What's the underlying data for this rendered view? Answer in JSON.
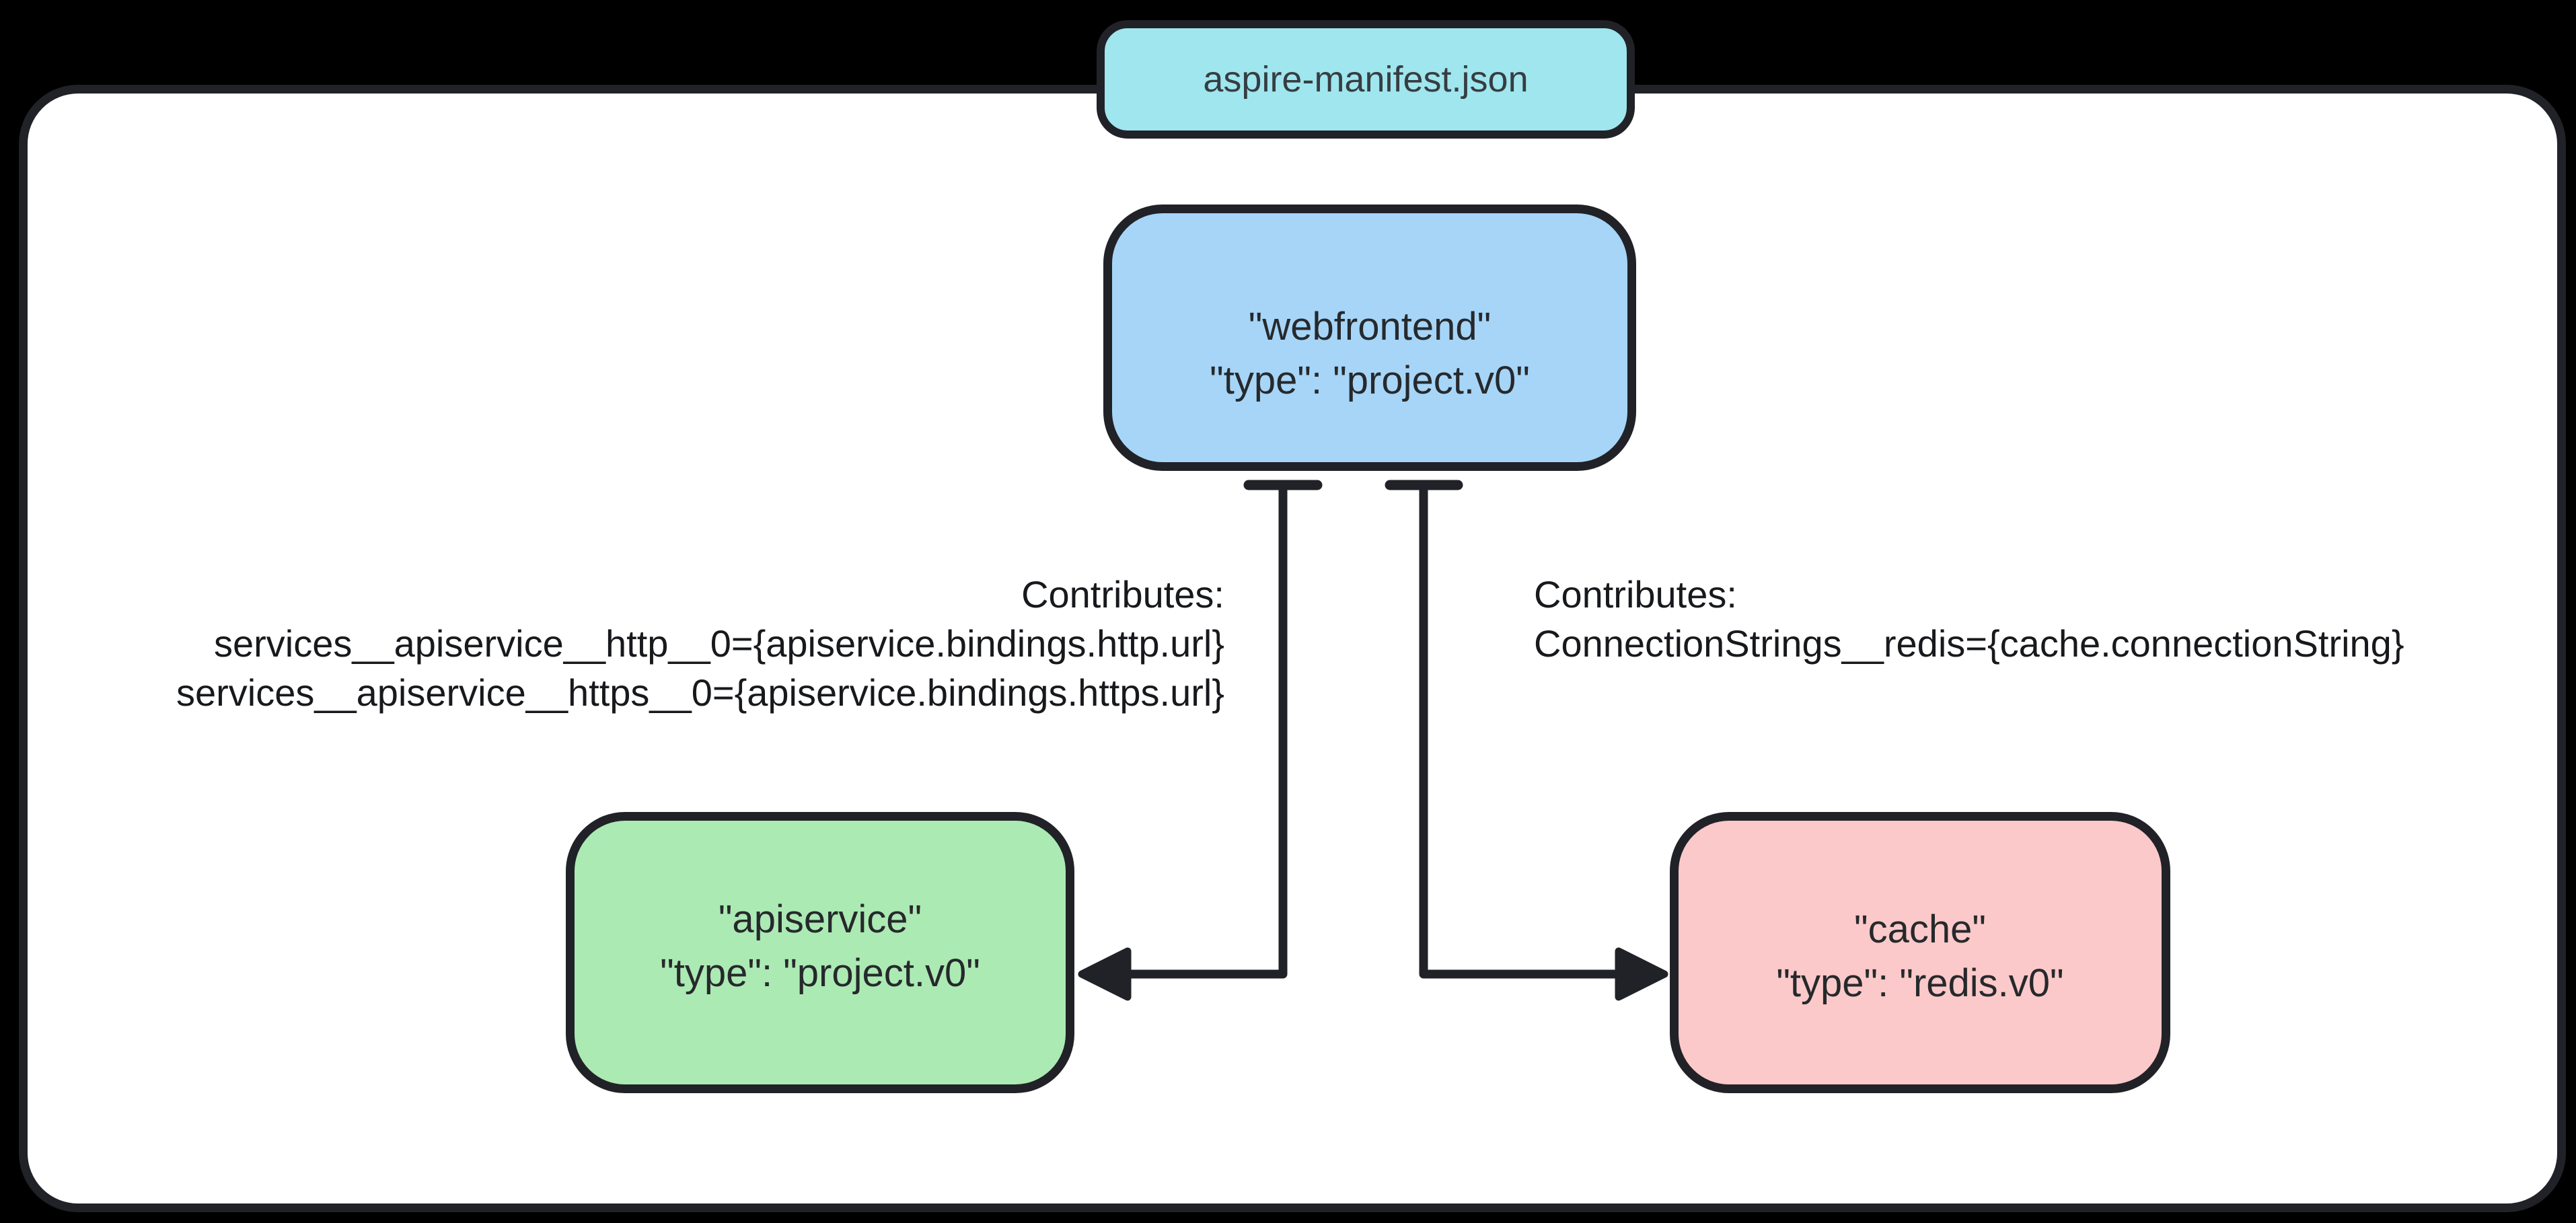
{
  "diagram": {
    "title": "aspire-manifest.json",
    "colors": {
      "background": "#000000",
      "panel_fill": "#ffffff",
      "outline": "#212227",
      "title_node_fill": "#9fe6ee",
      "webfrontend_fill": "#a6d5f8",
      "apiservice_fill": "#aceab4",
      "cache_fill": "#fbc9c9"
    }
  },
  "nodes": {
    "title": {
      "label": "aspire-manifest.json"
    },
    "webfrontend": {
      "name": "\"webfrontend\"",
      "type": "\"type\": \"project.v0\""
    },
    "apiservice": {
      "name": "\"apiservice\"",
      "type": "\"type\": \"project.v0\""
    },
    "cache": {
      "name": "\"cache\"",
      "type": "\"type\": \"redis.v0\""
    }
  },
  "edges": {
    "webfrontend_to_apiservice": {
      "heading": "Contributes:",
      "line1": "services__apiservice__http__0={apiservice.bindings.http.url}",
      "line2": "services__apiservice__https__0={apiservice.bindings.https.url}"
    },
    "webfrontend_to_cache": {
      "heading": "Contributes:",
      "line1": "ConnectionStrings__redis={cache.connectionString}"
    }
  }
}
